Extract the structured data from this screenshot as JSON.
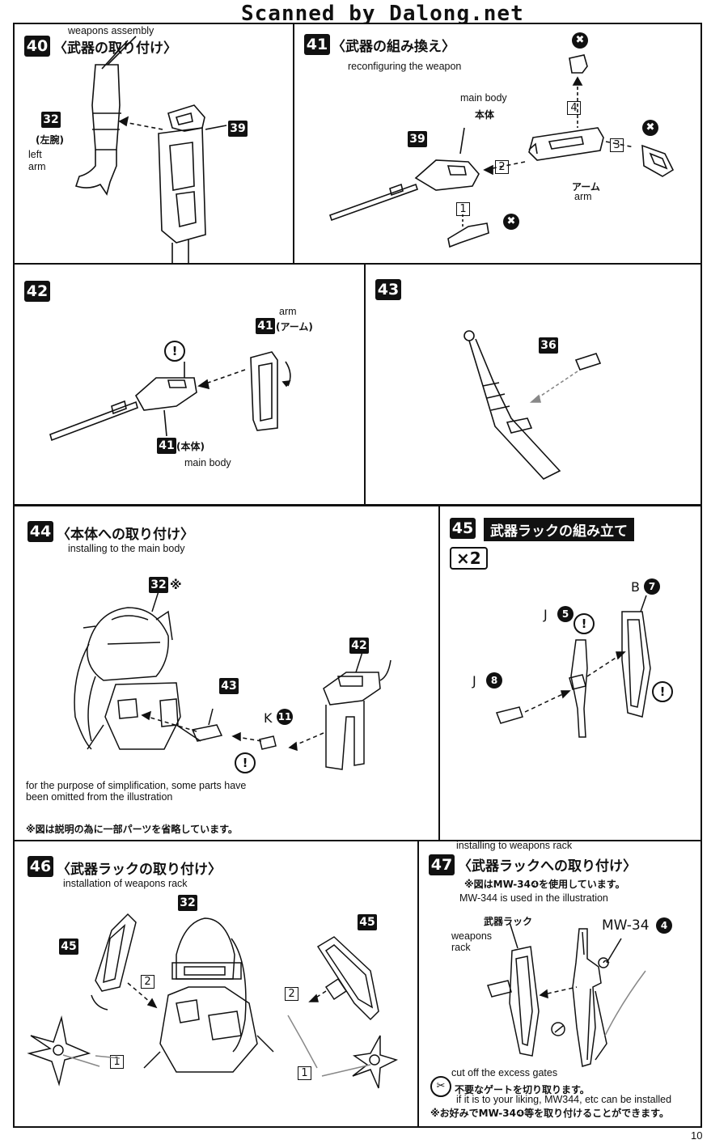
{
  "header": "Scanned by Dalong.net",
  "page_number": "10",
  "step40": {
    "num": "40",
    "title_jp": "〈武器の取り付け〉",
    "title_en": "weapons assembly",
    "ref1": "32",
    "ref1_jp": "(左腕)",
    "ref1_en_1": "left",
    "ref1_en_2": "arm",
    "ref2": "39"
  },
  "step41": {
    "num": "41",
    "title_jp": "〈武器の組み換え〉",
    "title_en": "reconfiguring the weapon",
    "ref": "39",
    "body_en": "main body",
    "body_jp": "本体",
    "arm_jp": "アーム",
    "arm_en": "arm",
    "n1": "1",
    "n2": "2",
    "n3": "3",
    "n4": "4",
    "x": "✖"
  },
  "step42": {
    "num": "42",
    "arm_en": "arm",
    "ref_arm": "41",
    "ref_arm_jp": "(アーム)",
    "ref_body": "41",
    "ref_body_jp": "(本体)",
    "body_en": "main body",
    "warn": "!"
  },
  "step43": {
    "num": "43",
    "ref": "36"
  },
  "step44": {
    "num": "44",
    "title_jp": "〈本体への取り付け〉",
    "title_en": "installing to the main body",
    "ref32": "32",
    "mark": "※",
    "ref43": "43",
    "ref42": "42",
    "k_label": "K",
    "k_num": "11",
    "note_en_1": "for the purpose of simplification, some parts have",
    "note_en_2": "been omitted from the illustration",
    "note_jp": "※図は説明の為に一部パーツを省略しています。",
    "warn": "!"
  },
  "step45": {
    "num": "45",
    "title_jp": "武器ラックの組み立て",
    "multiplier": "×2",
    "b_label": "B",
    "b_num": "7",
    "j1_label": "J",
    "j1_num": "5",
    "j2_label": "J",
    "j2_num": "8",
    "warn": "!"
  },
  "step46": {
    "num": "46",
    "title_jp": "〈武器ラックの取り付け〉",
    "title_en": "installation of weapons rack",
    "ref32": "32",
    "ref45a": "45",
    "ref45b": "45",
    "n1a": "1",
    "n2a": "2",
    "n1b": "1",
    "n2b": "2"
  },
  "step47": {
    "num": "47",
    "title_en_top": "installing to weapons rack",
    "title_jp": "〈武器ラックへの取り付け〉",
    "note_jp": "※図はMW-34❹を使用しています。",
    "note_en": "MW-344 is used in the illustration",
    "rack_jp": "武器ラック",
    "rack_en_1": "weapons",
    "rack_en_2": "rack",
    "mw_label": "MW-34",
    "mw_num": "4",
    "gate_en": "cut off the excess gates",
    "gate_jp": "不要なゲートを切り取ります。",
    "liking_en": "if it is to your liking, MW344, etc can be installed",
    "liking_jp": "※お好みでMW-34❹等を取り付けることができます。"
  }
}
